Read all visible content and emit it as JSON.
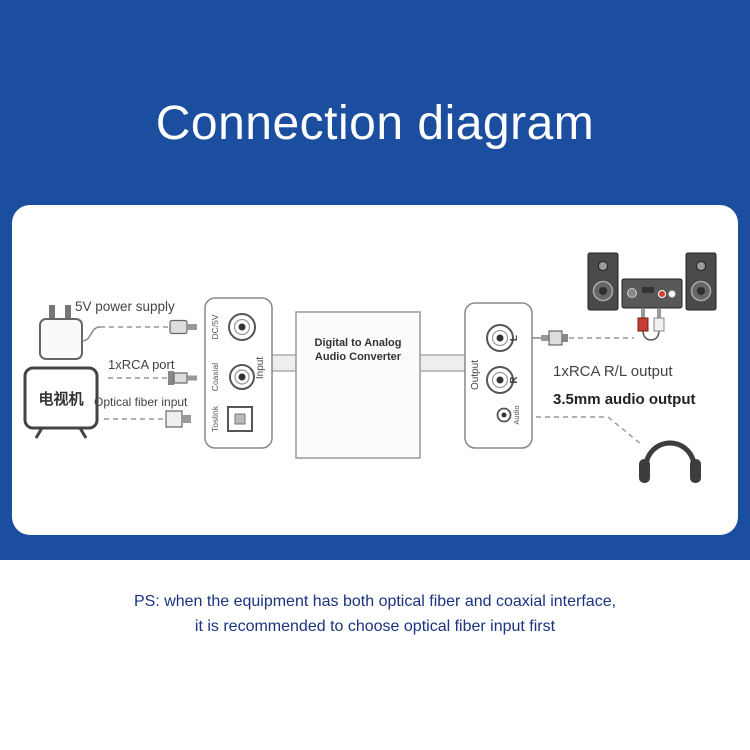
{
  "header": {
    "title": "Connection diagram"
  },
  "footer": {
    "line1": "PS: when the equipment has both optical fiber and coaxial interface,",
    "line2": "it is recommended to choose optical fiber input first"
  },
  "diagram": {
    "labels": {
      "power_supply": "5V power supply",
      "tv": "电视机",
      "rca_input": "1xRCA port",
      "optical_input": "Optical fiber input",
      "rca_output": "1xRCA R/L output",
      "audio_output": "3.5mm audio output"
    },
    "device": {
      "title_line1": "Digital to Analog",
      "title_line2": "Audio Converter"
    },
    "input_panel": {
      "dc": "DC/5V",
      "coaxial": "Coaxial",
      "toslink": "Toslink",
      "side": "Input"
    },
    "output_panel": {
      "side": "Output",
      "l": "L",
      "r": "R",
      "audio": "Audio"
    },
    "icons": [
      "power-adapter-icon",
      "tv-icon",
      "dc-plug-icon",
      "rca-plug-icon",
      "toslink-plug-icon",
      "speaker-system-icon",
      "rca-cable-icon",
      "headphones-icon"
    ],
    "colors": {
      "background_blue": "#1b4e9e",
      "footer_text": "#1a3380",
      "connector_gray": "#999999",
      "rca_red": "#c63b32"
    }
  }
}
